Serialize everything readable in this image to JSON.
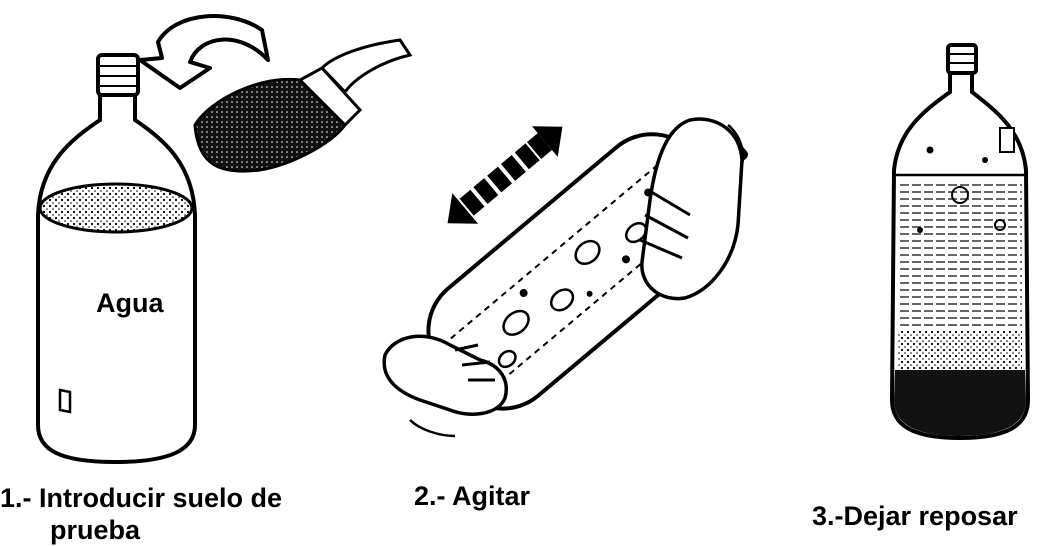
{
  "bottle_label": "Agua",
  "steps": [
    {
      "caption_line1": "1.- Introducir suelo de",
      "caption_line2": "prueba"
    },
    {
      "caption_line1": "2.- Agitar"
    },
    {
      "caption_line1": "3.-Dejar reposar"
    }
  ]
}
